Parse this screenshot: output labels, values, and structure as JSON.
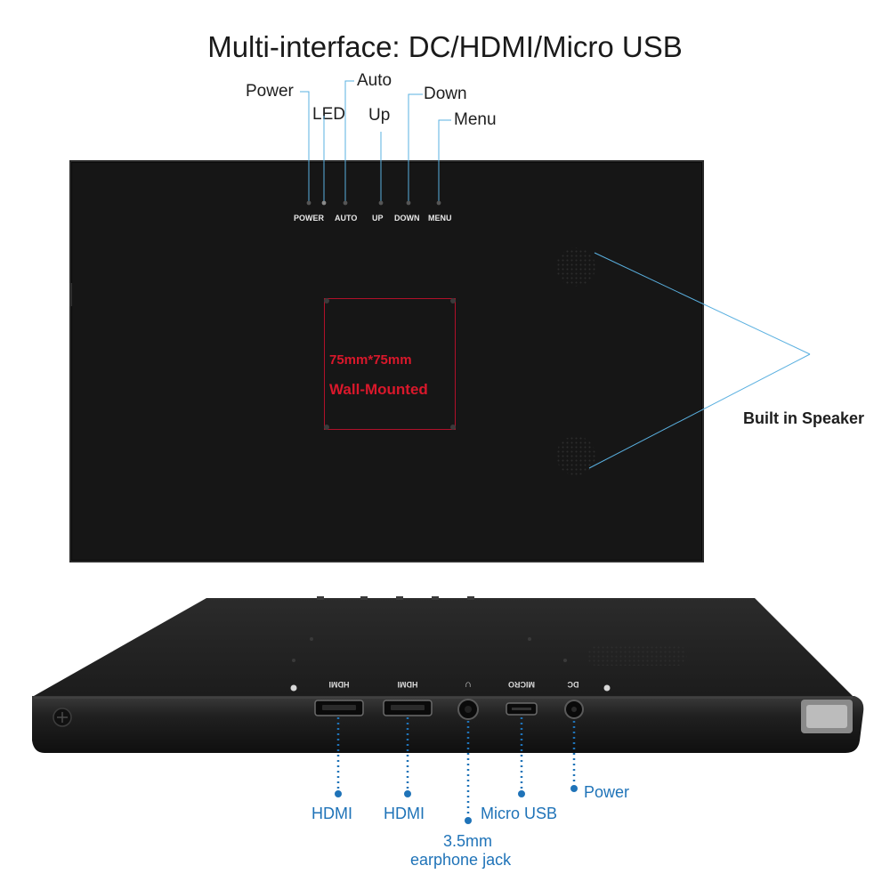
{
  "title": "Multi-interface: DC/HDMI/Micro USB",
  "top_callouts": {
    "power": "Power",
    "led": "LED",
    "auto": "Auto",
    "up": "Up",
    "down": "Down",
    "menu": "Menu"
  },
  "panel_buttons": [
    "POWER",
    "AUTO",
    "UP",
    "DOWN",
    "MENU"
  ],
  "vesa": {
    "size": "75mm*75mm",
    "label": "Wall-Mounted"
  },
  "speaker_label": "Built in Speaker",
  "side_ports": [
    "HDMI",
    "HDMI",
    "MICRO",
    "DC"
  ],
  "bottom_callouts": {
    "hdmi_1": "HDMI",
    "hdmi_2": "HDMI",
    "jack_line1": "3.5mm",
    "jack_line2": "earphone jack",
    "micro_usb": "Micro USB",
    "power": "Power"
  },
  "colors": {
    "accent_blue": "#1f73b8",
    "callout_line": "#5ab0e0",
    "vesa_red": "#d9182b",
    "panel": "#161616"
  }
}
